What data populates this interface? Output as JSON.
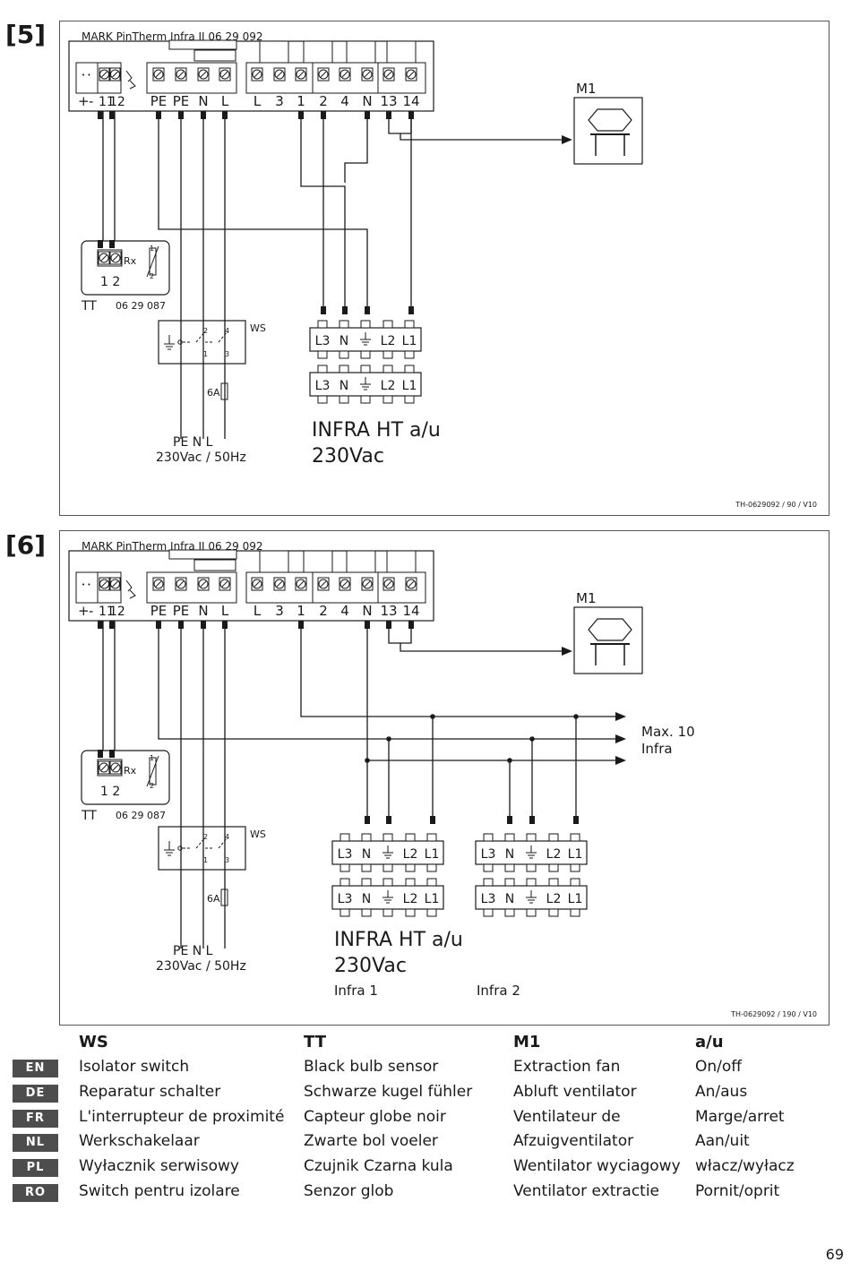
{
  "figures": [
    {
      "id": "[5]",
      "controller": "MARK PinTherm Infra II",
      "controller_code": "06 29 092",
      "left_terminals": [
        "+",
        "-",
        "11",
        "12"
      ],
      "power_terminals": [
        "PE",
        "PE",
        "N",
        "L"
      ],
      "relay_terminals": [
        "L",
        "3",
        "1",
        "2",
        "4",
        "N",
        "13",
        "14"
      ],
      "fan_label": "M1",
      "sensor": {
        "label": "TT",
        "code": "06 29 087",
        "rx": "Rx",
        "terminals": "1 2",
        "pin1": "1",
        "pin2": "2"
      },
      "switch": {
        "label": "WS",
        "pins": [
          "2",
          "4",
          "1",
          "3"
        ],
        "fuse": "6A"
      },
      "supply": {
        "lines": "PE  N  L",
        "spec": "230Vac / 50Hz"
      },
      "heater_terminals": [
        "L3",
        "N",
        "⏚",
        "L2",
        "L1"
      ],
      "heater_title": "INFRA HT a/u",
      "heater_voltage": "230Vac",
      "drawing_ref": "TH-0629092 / 90 / V10"
    },
    {
      "id": "[6]",
      "controller": "MARK PinTherm Infra II",
      "controller_code": "06 29 092",
      "left_terminals": [
        "+",
        "-",
        "11",
        "12"
      ],
      "power_terminals": [
        "PE",
        "PE",
        "N",
        "L"
      ],
      "relay_terminals": [
        "L",
        "3",
        "1",
        "2",
        "4",
        "N",
        "13",
        "14"
      ],
      "fan_label": "M1",
      "sensor": {
        "label": "TT",
        "code": "06 29 087",
        "rx": "Rx",
        "terminals": "1 2",
        "pin1": "1",
        "pin2": "2"
      },
      "switch": {
        "label": "WS",
        "pins": [
          "2",
          "4",
          "1",
          "3"
        ],
        "fuse": "6A"
      },
      "supply": {
        "lines": "PE  N  L",
        "spec": "230Vac / 50Hz"
      },
      "heater_terminals": [
        "L3",
        "N",
        "⏚",
        "L2",
        "L1"
      ],
      "heater_title": "INFRA HT a/u",
      "heater_voltage": "230Vac",
      "heater_names": [
        "Infra 1",
        "Infra 2"
      ],
      "max_note": [
        "Max. 10",
        "Infra"
      ],
      "drawing_ref": "TH-0629092 / 190 / V10"
    }
  ],
  "legend": {
    "languages": [
      "EN",
      "DE",
      "FR",
      "NL",
      "PL",
      "RO"
    ],
    "columns": [
      {
        "head": "WS",
        "rows": [
          "Isolator switch",
          "Reparatur schalter",
          "L'interrupteur de proximité",
          "Werkschakelaar",
          "Wyłacznik serwisowy",
          "Switch pentru izolare"
        ]
      },
      {
        "head": "TT",
        "rows": [
          "Black bulb sensor",
          "Schwarze kugel fühler",
          "Capteur globe noir",
          "Zwarte bol voeler",
          "Czujnik Czarna kula",
          "Senzor glob"
        ]
      },
      {
        "head": "M1",
        "rows": [
          "Extraction fan",
          "Abluft ventilator",
          "Ventilateur de",
          "Afzuigventilator",
          "Wentilator wyciagowy",
          "Ventilator extractie"
        ]
      },
      {
        "head": "a/u",
        "rows": [
          "On/off",
          "An/aus",
          "Marge/arret",
          "Aan/uit",
          "włacz/wyłacz",
          "Pornit/oprit"
        ]
      }
    ]
  },
  "page_number": "69"
}
